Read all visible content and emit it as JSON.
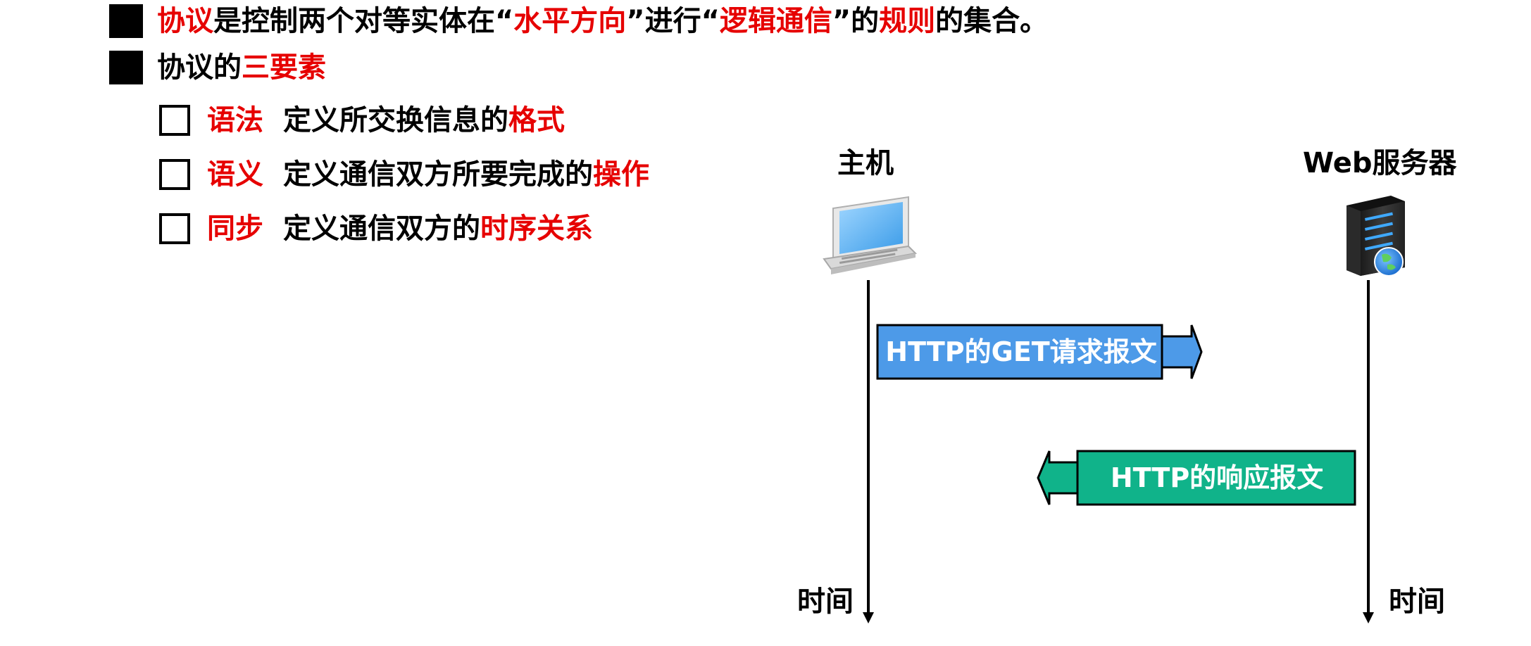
{
  "definition": {
    "p1": "协议",
    "p2": "是控制两个对等实体在“",
    "p3": "水平方向",
    "p4": "”进行“",
    "p5": "逻辑通信",
    "p6": "”的",
    "p7": "规则",
    "p8": "的集合。"
  },
  "elements": {
    "p1": "协议的",
    "p2": "三要素"
  },
  "items": [
    {
      "term": "语法",
      "desc": "定义所交换信息的",
      "highlight": "格式"
    },
    {
      "term": "语义",
      "desc": "定义通信双方所要完成的",
      "highlight": "操作"
    },
    {
      "term": "同步",
      "desc": "定义通信双方的",
      "highlight": "时序关系"
    }
  ],
  "diagram": {
    "host_label": "主机",
    "server_label": "Web服务器",
    "time_label_left": "时间",
    "time_label_right": "时间",
    "request_text": "HTTP的GET请求报文",
    "response_text": "HTTP的响应报文",
    "request_color": "#4d9ae8",
    "response_color": "#10b38a",
    "laptop_icon": "laptop-icon",
    "server_icon": "server-icon"
  },
  "colors": {
    "highlight": "#e60000",
    "text": "#000000"
  }
}
